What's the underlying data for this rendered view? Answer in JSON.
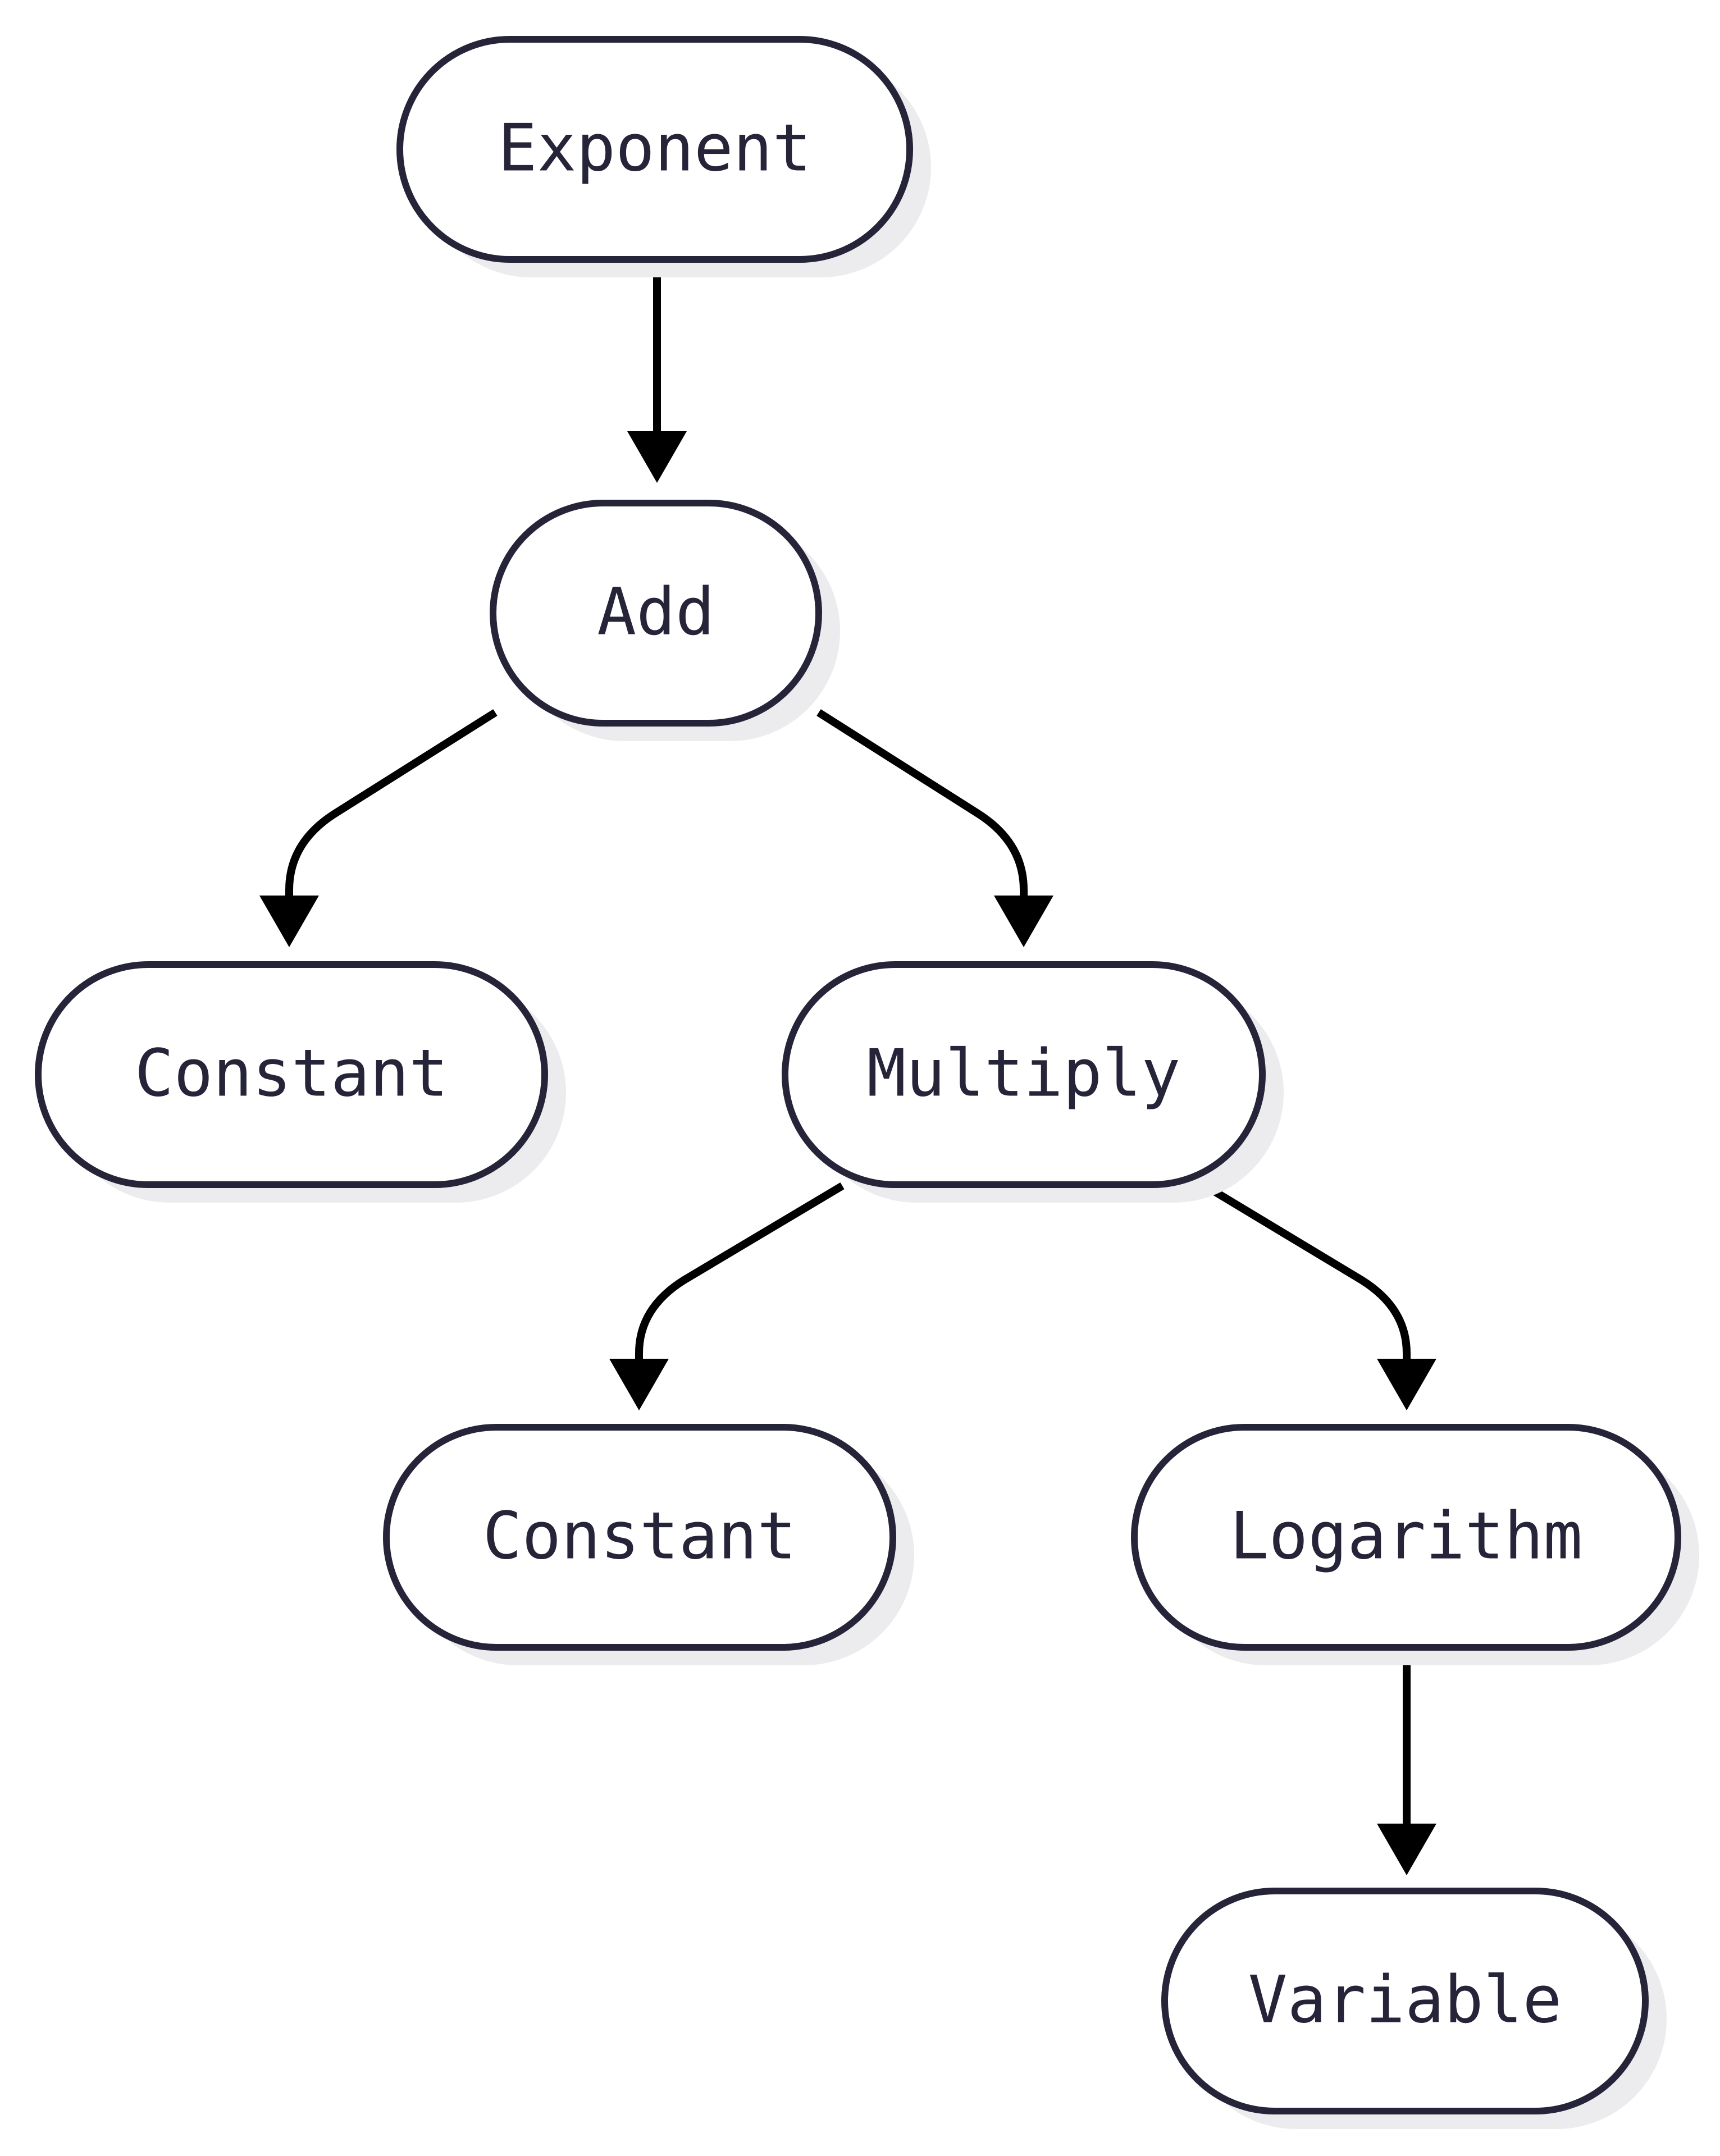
{
  "diagram": {
    "type": "tree",
    "nodes": [
      {
        "id": "exponent",
        "label": "Exponent"
      },
      {
        "id": "add",
        "label": "Add"
      },
      {
        "id": "constant-left",
        "label": "Constant"
      },
      {
        "id": "multiply",
        "label": "Multiply"
      },
      {
        "id": "constant-mid",
        "label": "Constant"
      },
      {
        "id": "logarithm",
        "label": "Logarithm"
      },
      {
        "id": "variable",
        "label": "Variable"
      }
    ],
    "edges": [
      {
        "from": "exponent",
        "to": "add"
      },
      {
        "from": "add",
        "to": "constant-left"
      },
      {
        "from": "add",
        "to": "multiply"
      },
      {
        "from": "multiply",
        "to": "constant-mid"
      },
      {
        "from": "multiply",
        "to": "logarithm"
      },
      {
        "from": "logarithm",
        "to": "variable"
      }
    ],
    "colors": {
      "node_stroke": "#252438",
      "node_fill": "#ffffff",
      "node_text": "#252438",
      "edge": "#000000",
      "shadow": "#ececef"
    }
  }
}
